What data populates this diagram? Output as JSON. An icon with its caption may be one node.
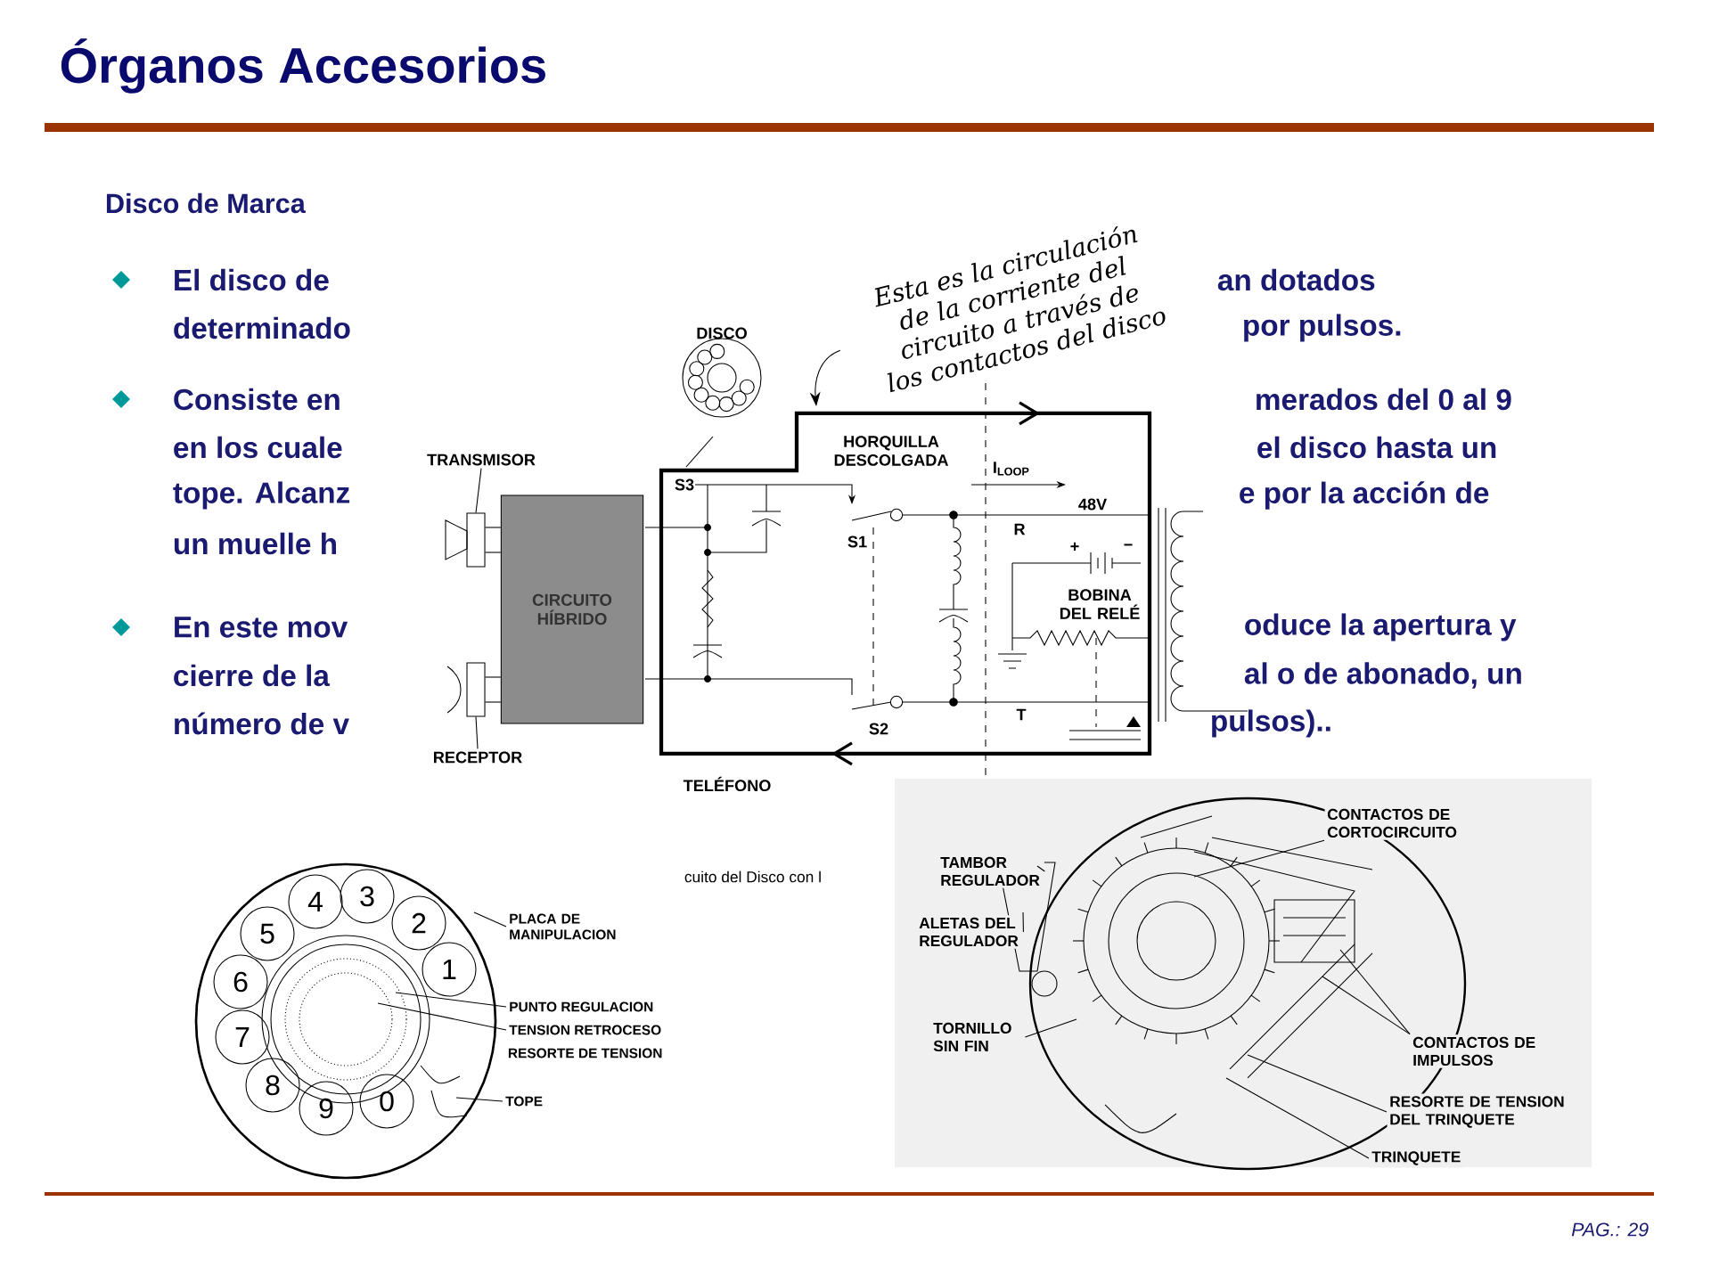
{
  "diagram": {
    "title": "Órganos Accesorios",
    "nodes": [
      {
        "text": [
          "Esta es la circulación de la corriente del circuito a través de los contactos del disco"
        ]
      },
      {
        "text": [
          "TRANSMISOR"
        ]
      },
      {
        "text": [
          "CIRCUITO HÍBRIDO"
        ]
      },
      {
        "text": [
          "RECEPTOR"
        ]
      },
      {
        "text": [
          "PLACA DE MANIPULACION"
        ]
      },
      {
        "text": [
          "PUNTO REGULACION"
        ]
      },
      {
        "text": [
          "TENSION RETROCESO"
        ]
      },
      {
        "text": [
          "TOPE"
        ]
      },
      {
        "text": [
          "CONTACTOS DE CORTOCIRCUITO"
        ]
      },
      {
        "text": [
          "TAMBOR REGULADOR"
        ]
      },
      {
        "text": [
          "ALETAS DEL REGULADOR"
        ]
      },
      {
        "text": [
          "TORNILLO SIN FIN"
        ]
      },
      {
        "text": [
          "CONTACTOS DE IMPULSOS"
        ]
      },
      {
        "text": [
          "RESORTE DE TENSION DEL TRINQUETE"
        ]
      },
      {
        "text": [
          "TRINQUETE"
        ]
      },
      {
        "text": [],
        "shape": "picture"
      },
      {
        "text": [],
        "shape": "picture"
      }
    ],
    "edges": [
      {
        "from": 0,
        "to": null,
        "arrow": "to"
      },
      {
        "from": 1,
        "to": 15,
        "arrow": "none"
      },
      {
        "from": 3,
        "to": 16,
        "arrow": "none"
      },
      {
        "from": 4,
        "to": null,
        "arrow": "none"
      },
      {
        "from": 5,
        "to": null,
        "arrow": "none"
      },
      {
        "from": 6,
        "to": null,
        "arrow": "none"
      },
      {
        "from": 7,
        "to": null,
        "arrow": "none"
      },
      {
        "from": 8,
        "to": null,
        "arrow": "none"
      },
      {
        "from": 9,
        "to": null,
        "arrow": "none"
      },
      {
        "from": 10,
        "to": null,
        "arrow": "none"
      },
      {
        "from": 11,
        "to": null,
        "arrow": "none"
      },
      {
        "from": 12,
        "to": null,
        "arrow": "none"
      },
      {
        "from": 12,
        "to": null,
        "arrow": "none"
      },
      {
        "from": 13,
        "to": null,
        "arrow": "none"
      },
      {
        "from": 14,
        "to": null,
        "arrow": "none"
      },
      {
        "from": 15,
        "to": 2,
        "arrow": "none"
      },
      {
        "from": 15,
        "to": 2,
        "arrow": "none"
      },
      {
        "from": 16,
        "to": 2,
        "arrow": "none"
      },
      {
        "from": 16,
        "to": 2,
        "arrow": "none"
      }
    ],
    "labels": [
      "Disco de Marca",
      "El disco de",
      "an dotados",
      "determinado",
      "por pulsos.",
      "Consiste en",
      "merados del 0 al 9",
      "en los cuale",
      "el disco hasta un",
      "tope. Alcanz",
      "e por la acción de",
      "un muelle h",
      "En este mov",
      "oduce la apertura y",
      "cierre de la",
      "al o de abonado, un",
      "número de v",
      "pulsos)..",
      "DISCO",
      "HORQUILLA DESCOLGADA",
      "S3",
      "I$_{LOOP}$",
      "S1",
      "R",
      "48V",
      "+",
      "−",
      "BOBINA DEL RELÉ",
      "S2",
      "T",
      "TELÉFONO",
      "cuito del Disco con l",
      "4",
      "3",
      "2",
      "5",
      "1",
      "6",
      "7",
      "8",
      "9",
      "0",
      "RESORTE DE TENSION",
      "PAG.: 29"
    ]
  }
}
